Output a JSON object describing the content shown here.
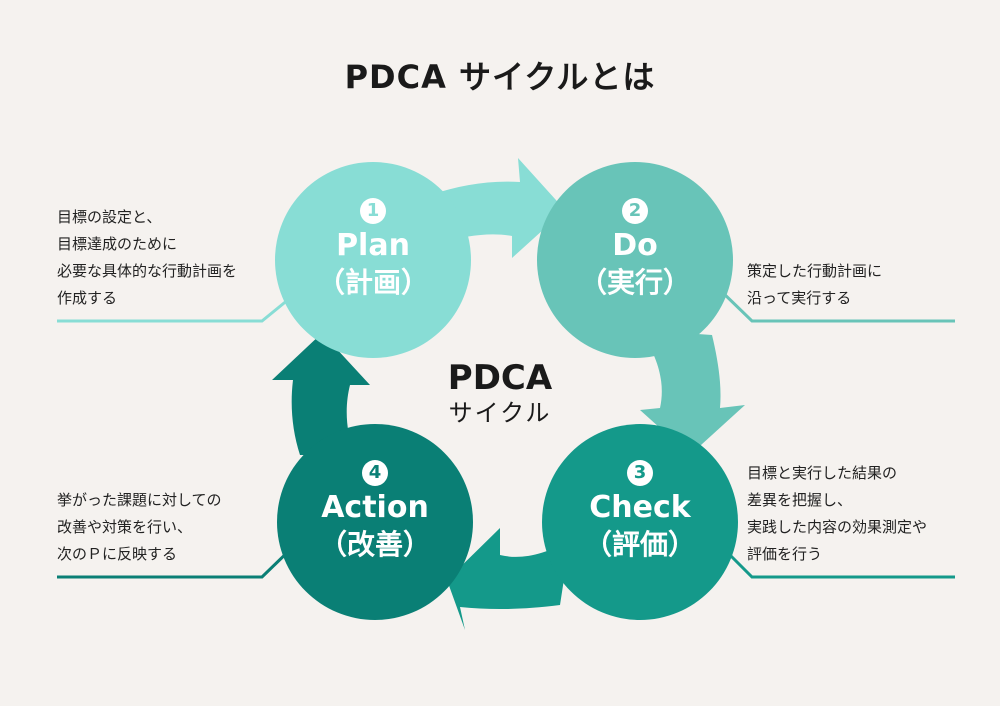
{
  "title": "PDCA サイクルとは",
  "center": {
    "line1": "PDCA",
    "line2": "サイクル"
  },
  "colors": {
    "plan": "#88ddd5",
    "do": "#68c4b8",
    "check": "#14998a",
    "action": "#0a7f75",
    "background": "#f5f2ef"
  },
  "steps": [
    {
      "num": "1",
      "en": "Plan",
      "jp": "（計画）",
      "desc": [
        "目標の設定と、",
        "目標達成のために",
        "必要な具体的な行動計画を",
        "作成する"
      ]
    },
    {
      "num": "2",
      "en": "Do",
      "jp": "（実行）",
      "desc": [
        "策定した行動計画に",
        "沿って実行する"
      ]
    },
    {
      "num": "3",
      "en": "Check",
      "jp": "（評価）",
      "desc": [
        "目標と実行した結果の",
        "差異を把握し、",
        "実践した内容の効果測定や",
        "評価を行う"
      ]
    },
    {
      "num": "4",
      "en": "Action",
      "jp": "（改善）",
      "desc": [
        "挙がった課題に対しての",
        "改善や対策を行い、",
        "次のＰに反映する"
      ]
    }
  ]
}
